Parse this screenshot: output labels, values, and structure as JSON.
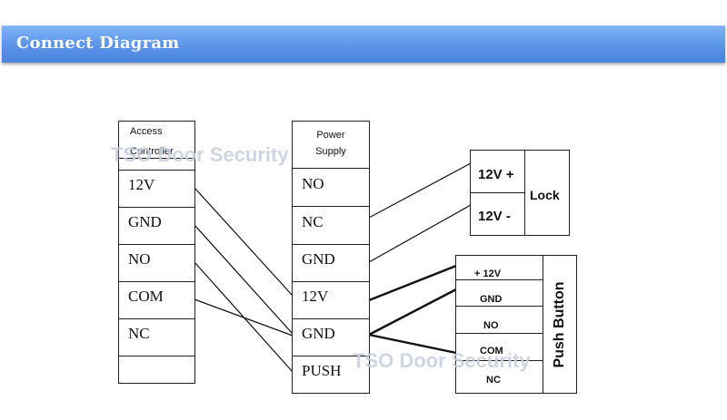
{
  "header": {
    "title": "Connect Diagram"
  },
  "watermark": "TSO Door Security",
  "access_controller": {
    "title_line1": "Access",
    "title_line2": "Controller",
    "terminals": [
      "12V",
      "GND",
      "NO",
      "COM",
      "NC",
      ""
    ]
  },
  "power_supply": {
    "title_line1": "Power",
    "title_line2": "Supply",
    "terminals": [
      "NO",
      "NC",
      "GND",
      "12V",
      "GND",
      "PUSH"
    ]
  },
  "lock": {
    "label": "Lock",
    "terminals": [
      "12V +",
      "12V -"
    ]
  },
  "push_button": {
    "label": "Push Button",
    "terminals": [
      "+ 12V",
      "GND",
      "NO",
      "COM",
      "NC"
    ]
  }
}
